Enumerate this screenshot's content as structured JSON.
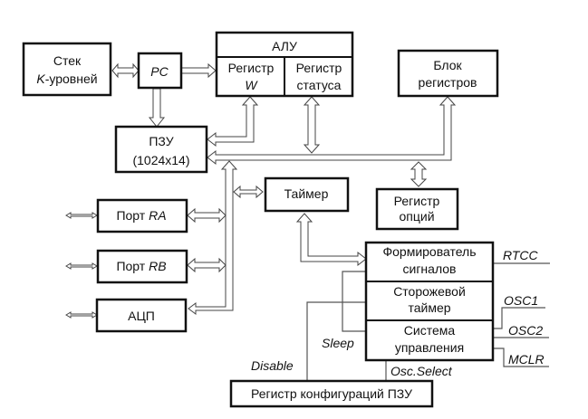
{
  "blocks": {
    "stack": {
      "line1": "Стек",
      "line2_italic": "K",
      "line2_rest": "-уровней"
    },
    "pc": {
      "label": "PC"
    },
    "alu": {
      "title": "АЛУ",
      "reg_w_line1": "Регистр",
      "reg_w_line2": "W",
      "reg_status_line1": "Регистр",
      "reg_status_line2": "статуса"
    },
    "reg_block": {
      "line1": "Блок",
      "line2": "регистров"
    },
    "rom": {
      "line1": "ПЗУ",
      "line2": "(1024x14)"
    },
    "timer": {
      "label": "Таймер"
    },
    "options_reg": {
      "line1": "Регистр",
      "line2": "опций"
    },
    "port_ra": {
      "prefix": "Порт ",
      "name": "RA"
    },
    "port_rb": {
      "prefix": "Порт ",
      "name": "RB"
    },
    "adc": {
      "label": "АЦП"
    },
    "signal_former": {
      "line1": "Формирователь",
      "line2": "сигналов"
    },
    "watchdog": {
      "line1": "Сторожевой",
      "line2": "таймер"
    },
    "control": {
      "line1": "Система",
      "line2": "управления"
    },
    "config_reg": {
      "label": "Регистр конфигураций  ПЗУ"
    }
  },
  "signals": {
    "rtcc": "RTCC",
    "osc1": "OSC1",
    "osc2": "OSC2",
    "mclr": "MCLR",
    "sleep": "Sleep",
    "disable": "Disable",
    "osc_select": "Osc.Select"
  }
}
